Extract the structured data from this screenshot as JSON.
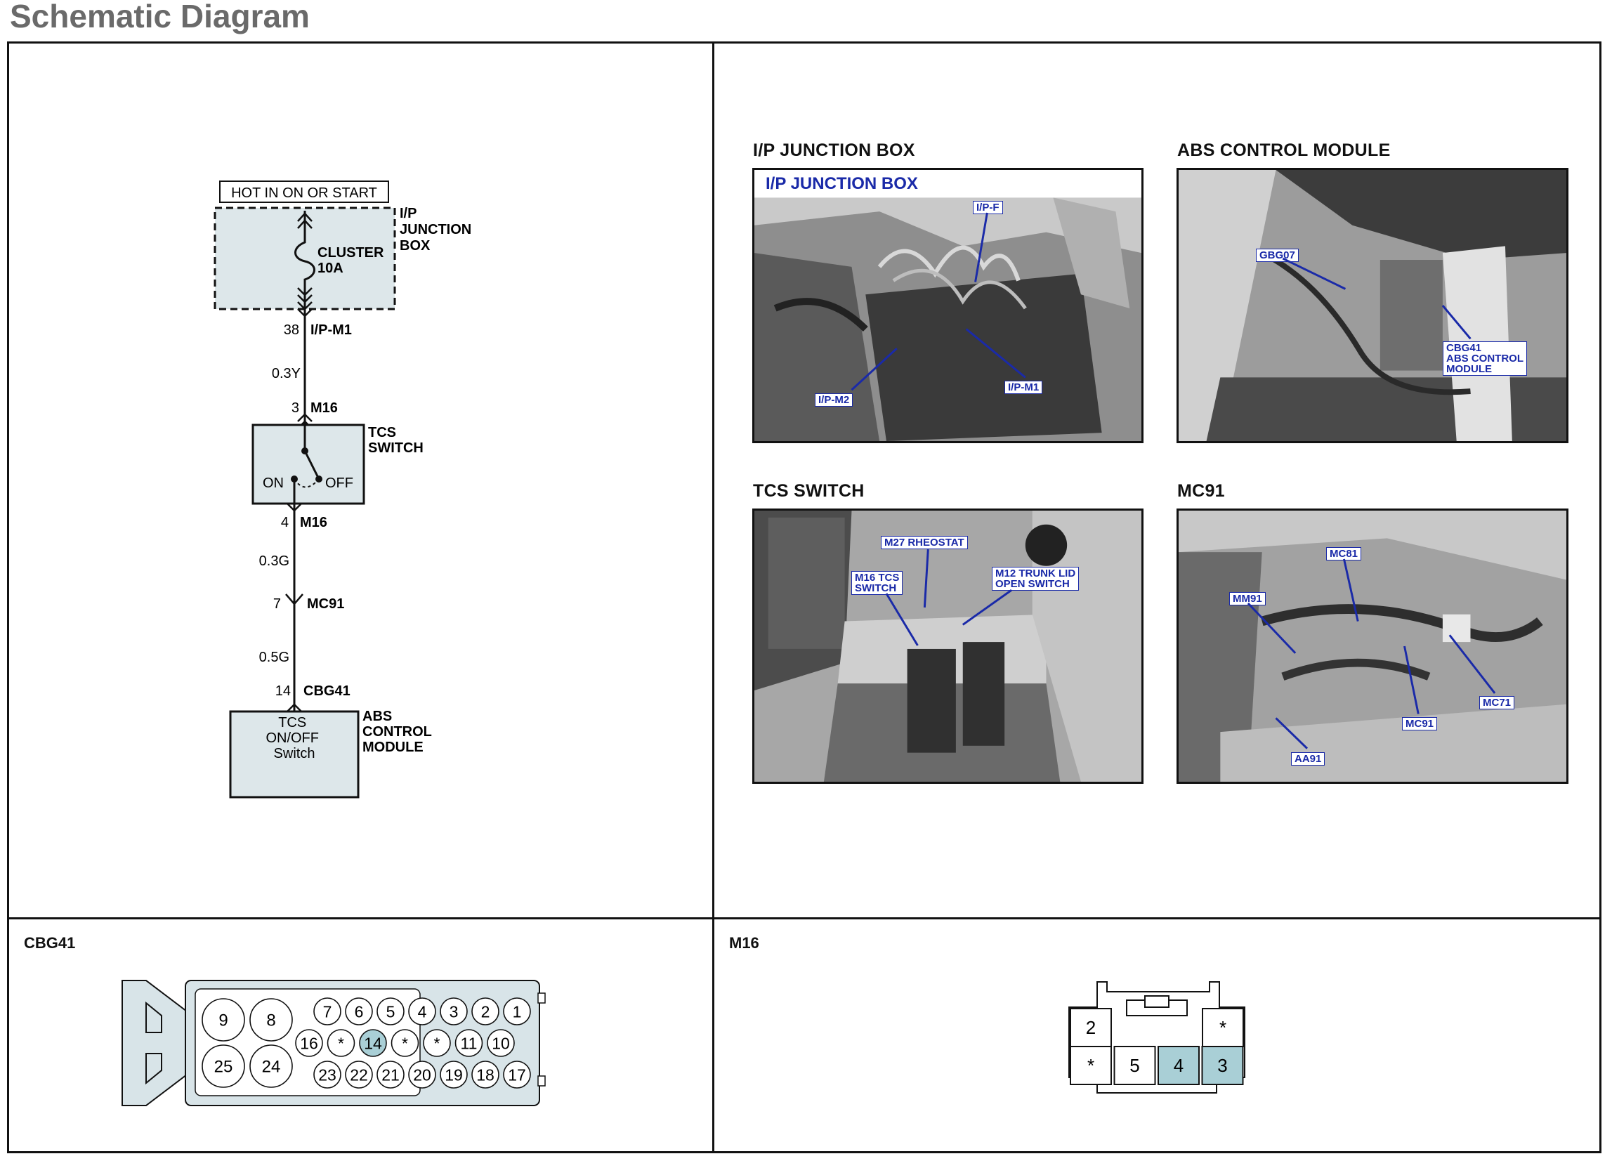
{
  "page_title": "Schematic Diagram",
  "schematic": {
    "power_label": "HOT IN ON OR START",
    "junction_box_label": "I/P\nJUNCTION\nBOX",
    "fuse_label": "CLUSTER\n10A",
    "conn1_pin": "38",
    "conn1_name": "I/P-M1",
    "wire1": "0.3Y",
    "conn2_pin": "3",
    "conn2_name": "M16",
    "switch_label": "TCS\nSWITCH",
    "switch_on": "ON",
    "switch_off": "OFF",
    "conn3_pin": "4",
    "conn3_name": "M16",
    "wire2": "0.3G",
    "conn4_pin": "7",
    "conn4_name": "MC91",
    "wire3": "0.5G",
    "conn5_pin": "14",
    "conn5_name": "CBG41",
    "module_inner": "TCS\nON/OFF\nSwitch",
    "module_label": "ABS\nCONTROL\nMODULE"
  },
  "photos": {
    "ip_junction_box": {
      "title": "I/P JUNCTION BOX",
      "banner": "I/P JUNCTION BOX",
      "callouts": [
        "I/P-F",
        "I/P-M2",
        "I/P-M1"
      ]
    },
    "abs_control_module": {
      "title": "ABS CONTROL MODULE",
      "callouts": [
        "GBG07",
        "CBG41\nABS CONTROL\nMODULE"
      ]
    },
    "tcs_switch": {
      "title": "TCS SWITCH",
      "callouts": [
        "M27 RHEOSTAT",
        "M16 TCS\nSWITCH",
        "M12 TRUNK LID\nOPEN SWITCH"
      ]
    },
    "mc91": {
      "title": "MC91",
      "callouts": [
        "MC81",
        "MM91",
        "MC71",
        "MC91",
        "AA91"
      ]
    }
  },
  "connectors": {
    "cbg41": {
      "label": "CBG41",
      "big_pins": [
        "9",
        "8",
        "25",
        "24"
      ],
      "row1": [
        "7",
        "6",
        "5",
        "4",
        "3",
        "2",
        "1"
      ],
      "row2": [
        "16",
        "*",
        "14",
        "*",
        "*",
        "11",
        "10"
      ],
      "row3": [
        "23",
        "22",
        "21",
        "20",
        "19",
        "18",
        "17"
      ],
      "highlight_pin": "14",
      "highlight_color": "#a9cfd6"
    },
    "m16": {
      "label": "M16",
      "top_row": [
        "2",
        "*"
      ],
      "bottom_row": [
        "*",
        "5",
        "4",
        "3"
      ],
      "highlight_pins": [
        "4",
        "3"
      ],
      "highlight_color": "#a9cfd6"
    }
  },
  "colors": {
    "junction_fill": "#dde7ea",
    "callout_text": "#1a2aa8",
    "title_gray": "#6a6a6a"
  }
}
